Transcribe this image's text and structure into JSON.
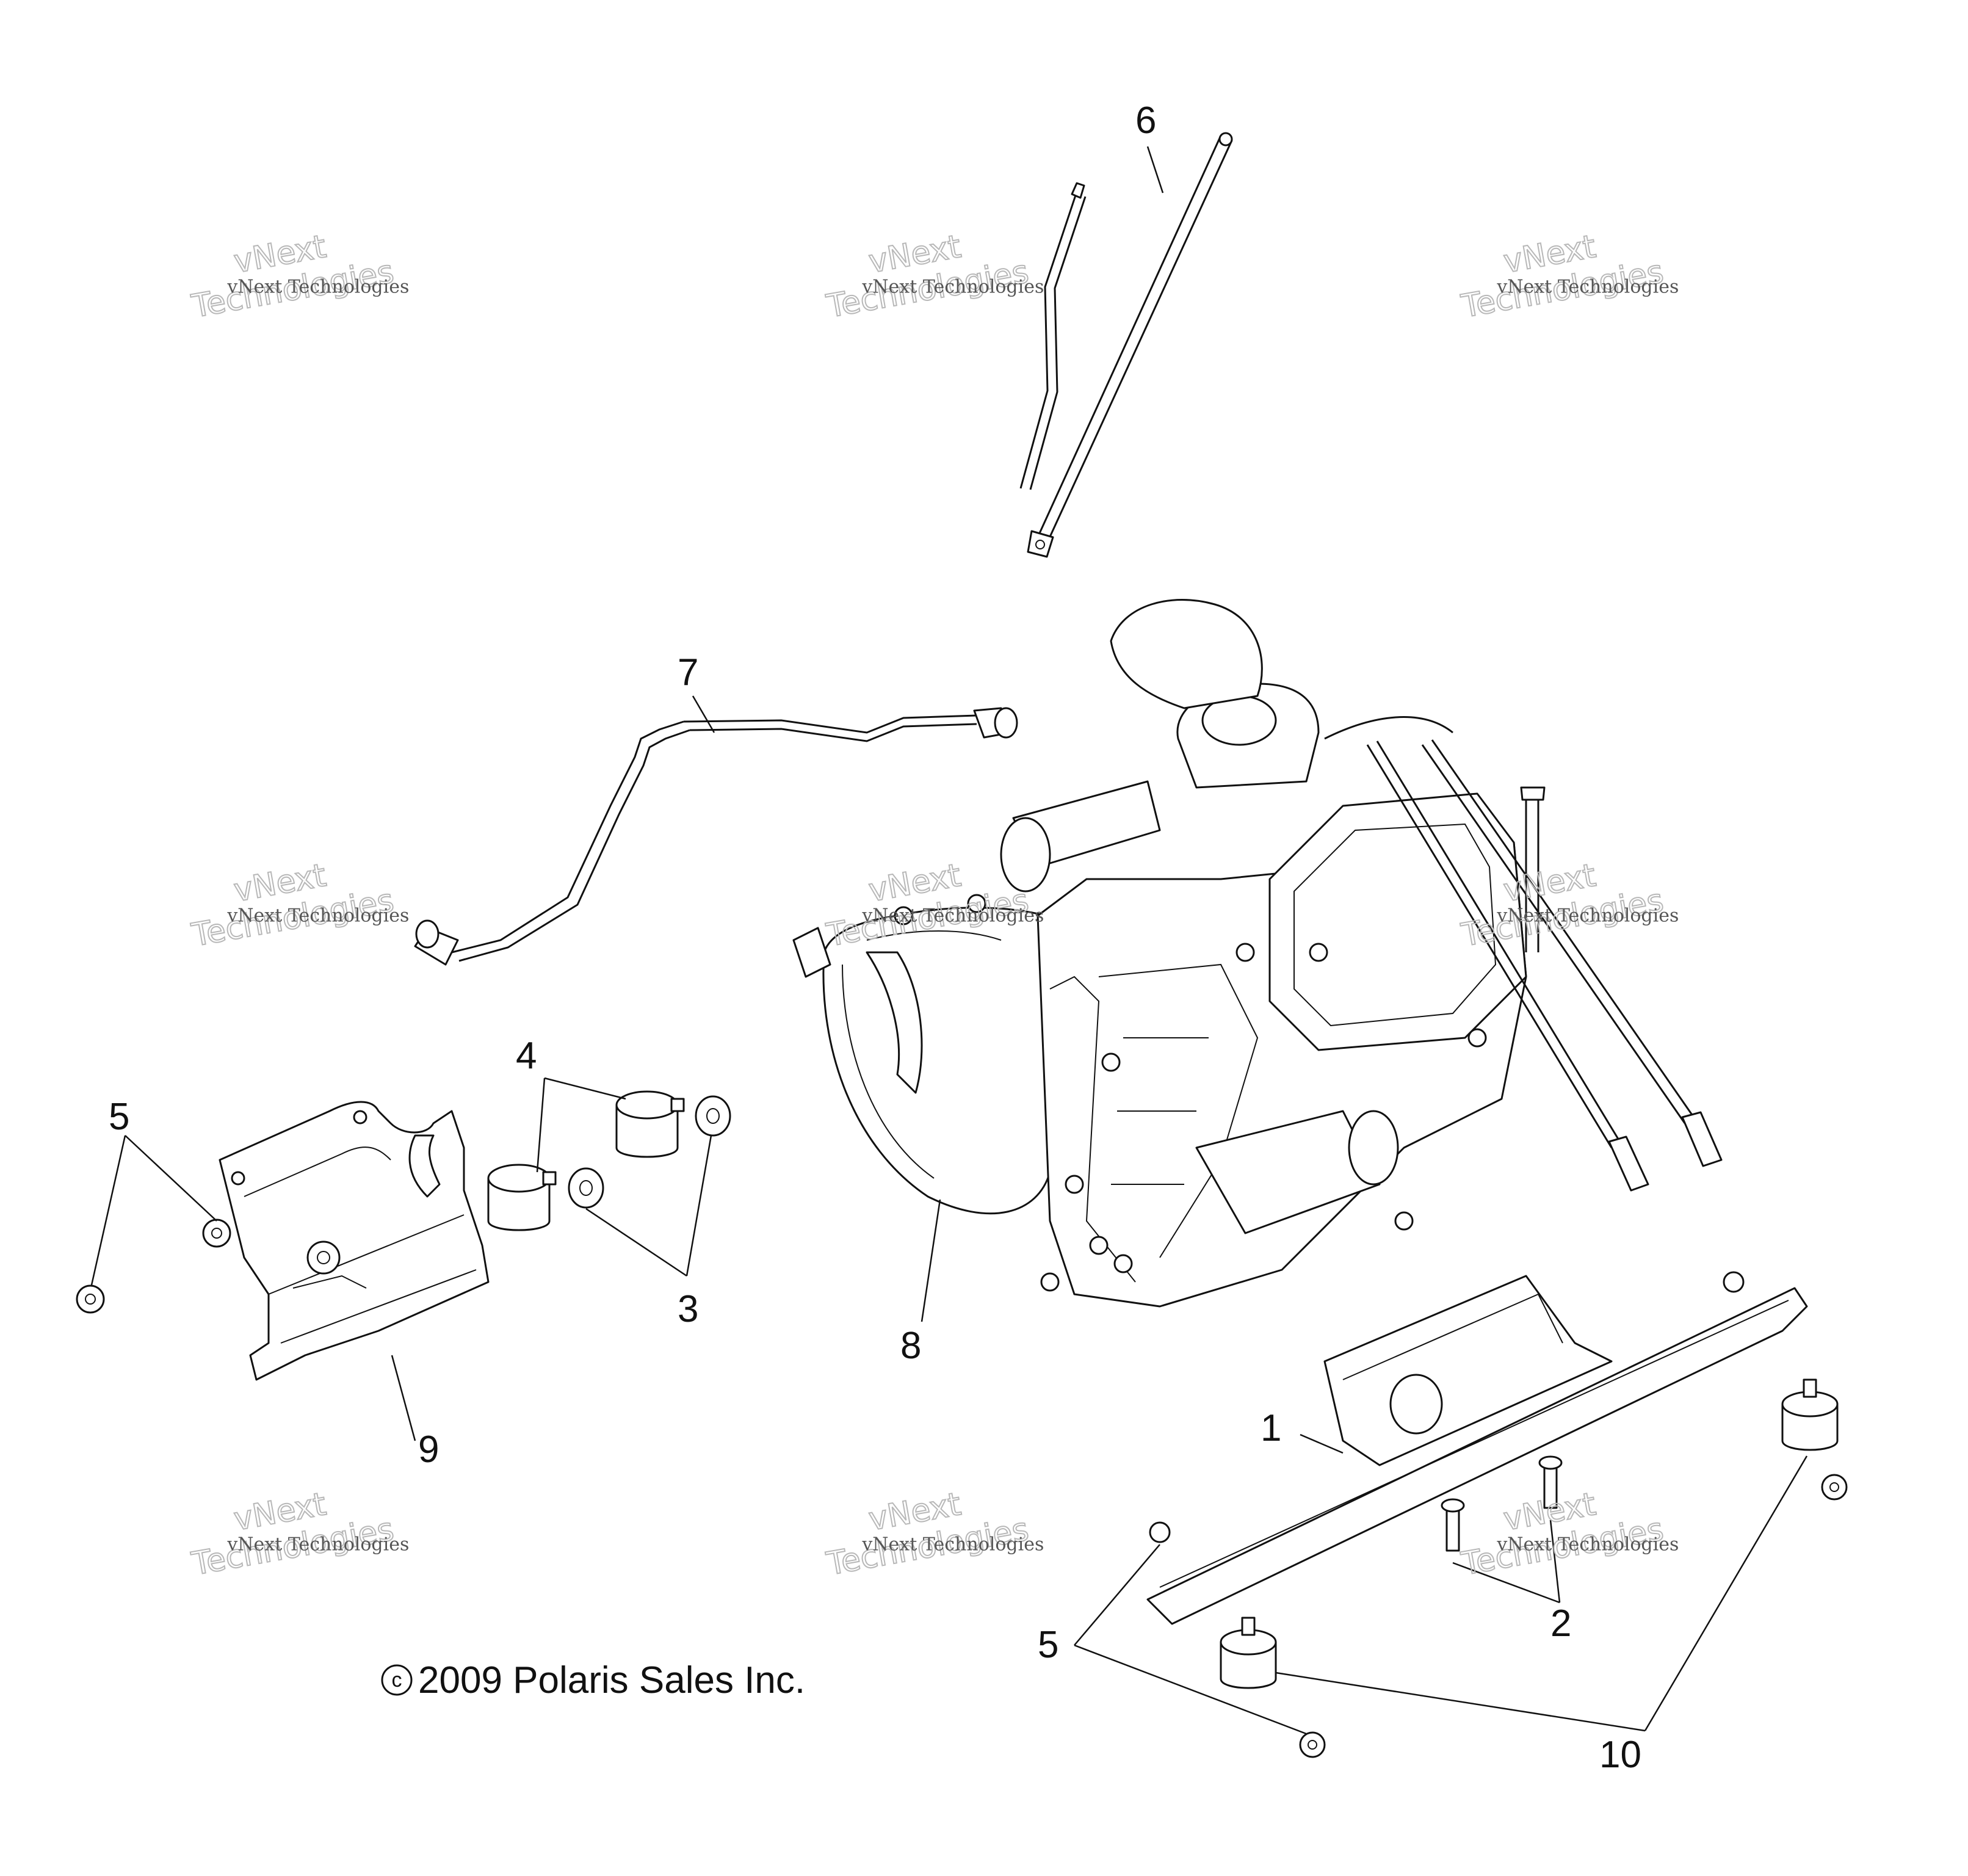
{
  "callouts": {
    "c1": "1",
    "c2": "2",
    "c3": "3",
    "c4": "4",
    "c5_left": "5",
    "c5_bottom": "5",
    "c6": "6",
    "c7": "7",
    "c8": "8",
    "c9": "9",
    "c10": "10"
  },
  "copyright": {
    "symbol": "c",
    "text": "2009 Polaris Sales Inc."
  },
  "watermark": {
    "small": "vNext Technologies",
    "big_line1": "vNext",
    "big_line2": "Technologies"
  }
}
